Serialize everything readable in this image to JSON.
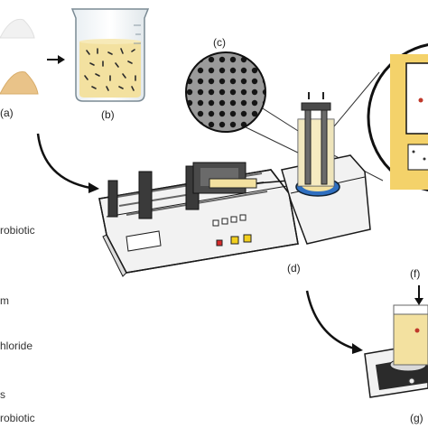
{
  "labels": {
    "a": "(a)",
    "b": "(b)",
    "c": "(c)",
    "d": "(d)",
    "f": "(f)",
    "g": "(g)"
  },
  "side_text": [
    "robiotic",
    "m",
    "hloride",
    "s",
    "robiotic"
  ],
  "colors": {
    "powder_white": "#f1f1f1",
    "powder_tan": "#e9c389",
    "solution": "#f3e1a0",
    "pump_body": "#f2f2f2",
    "outline": "#1a1a1a",
    "dish_blue": "#2f6fc0",
    "led_red": "#d62a2a",
    "led_yellow": "#f2cf1d"
  },
  "icons": [
    "powder-pile-icon",
    "beaker-icon",
    "syringe-pump-icon",
    "hot-plate-icon",
    "stirrer-icon",
    "mesh-zoom-icon"
  ]
}
